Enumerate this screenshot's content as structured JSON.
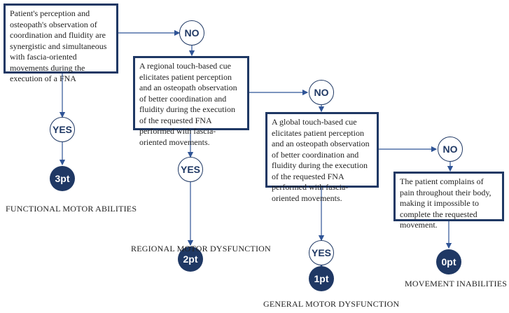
{
  "boxes": {
    "b1": "Patient's perception and osteopath's observation of coordination and fluidity are synergistic and simultaneous with fascia-oriented movements during the execution of a FNA",
    "b2": "A regional touch-based cue elicitates patient perception and an osteopath observation of better coordination and fluidity during the execution of the requested FNA performed with fascia-oriented movements.",
    "b3": "A global touch-based cue elicitates patient perception and an osteopath observation of better coordination and fluidity during the execution of the requested FNA performed with fascia-oriented movements.",
    "b4": "The patient complains of pain throughout their body, making it impossible to complete the requested movement."
  },
  "answers": {
    "no": "NO",
    "yes": "YES"
  },
  "scores": {
    "s3": "3pt",
    "s2": "2pt",
    "s1": "1pt",
    "s0": "0pt"
  },
  "categories": {
    "c3": "FUNCTIONAL MOTOR ABILITIES",
    "c2": "REGIONAL MOTOR DYSFUNCTION",
    "c1": "GENERAL MOTOR DYSFUNCTION",
    "c0": "MOVEMENT INABILITIES"
  },
  "colors": {
    "navy": "#1f3864",
    "line": "#2f5496"
  }
}
